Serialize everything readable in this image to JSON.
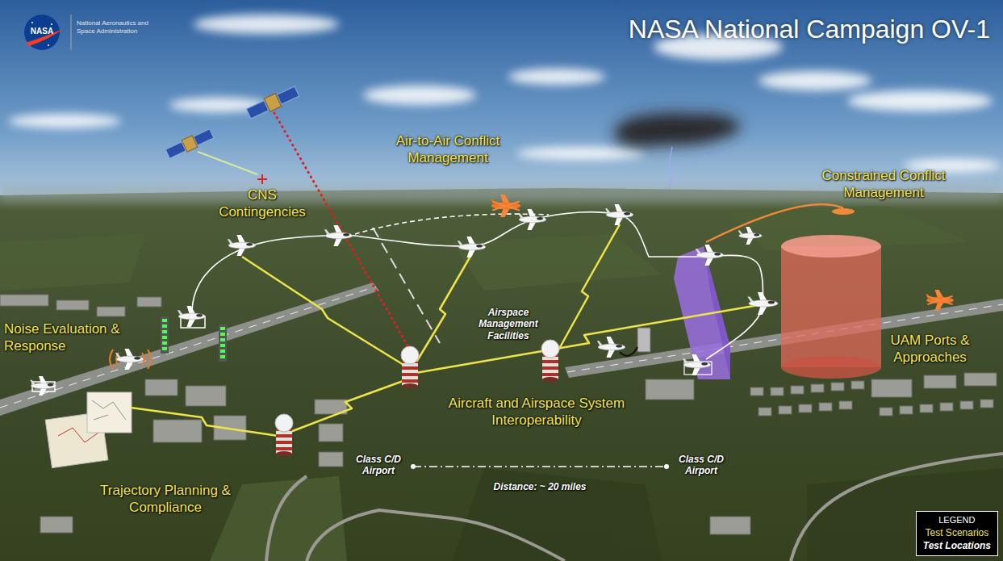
{
  "diagram": {
    "title": "NASA National Campaign OV-1",
    "labels": [
      "NASA",
      "National Aeronautics and Space Administration",
      "CNS Contingencies",
      "Air-to-Air Conflict Management",
      "Constrained Conflict Management",
      "Noise Evaluation & Response",
      "Airspace Management Facilities",
      "UAM Ports & Approaches",
      "Aircraft and Airspace System Interoperability",
      "Trajectory Planning & Compliance",
      "Class C/D Airport",
      "Class C/D Airport",
      "Distance: ~ 20 miles",
      "LEGEND"
    ],
    "legend": [
      {
        "text": "Test Scenarios",
        "color": "#f3e64a"
      },
      {
        "text": "Test Locations",
        "color": "#ffffff"
      }
    ]
  }
}
